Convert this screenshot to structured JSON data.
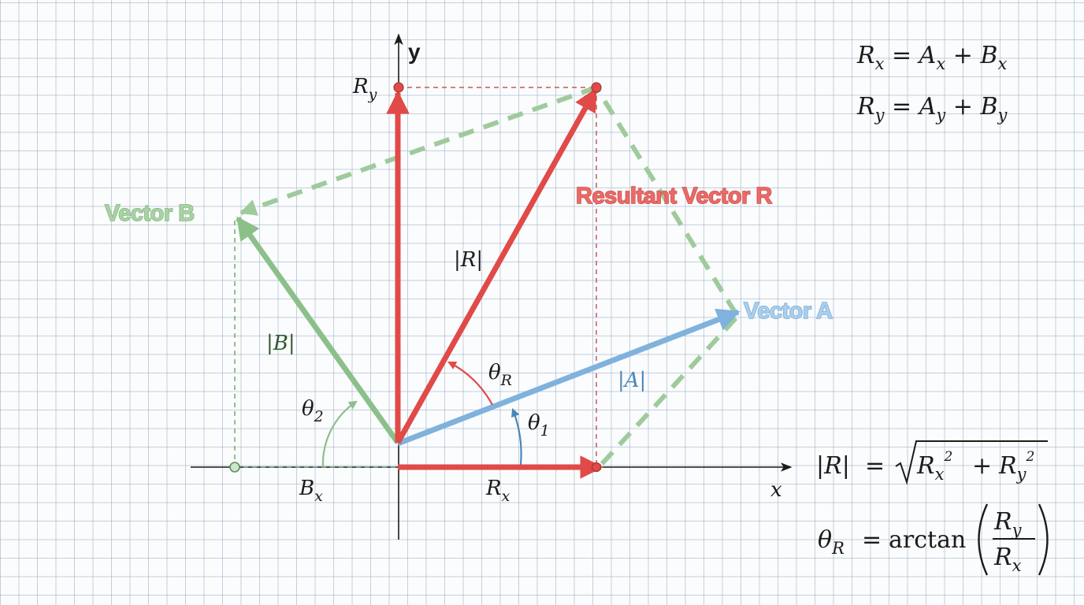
{
  "colors": {
    "resultant": "#e04a48",
    "vector_a": "#7fb2dc",
    "vector_b": "#8cc08a",
    "axis": "#1b1b1b",
    "grid": "#96acc4",
    "label_a": "#4a86b8",
    "label_b": "#5c8f5a"
  },
  "axes": {
    "x": {
      "letter": "x"
    },
    "y": {
      "letter": "y"
    }
  },
  "vectors": {
    "a": {
      "title": "Vector A",
      "magnitude": {
        "bar_left": "|",
        "letter": "A",
        "bar_right": "|"
      }
    },
    "b": {
      "title": "Vector B",
      "magnitude": {
        "bar_left": "|",
        "letter": "B",
        "bar_right": "|"
      }
    },
    "r": {
      "title": "Resultant Vector R",
      "magnitude": {
        "bar_left": "|",
        "letter": "R",
        "bar_right": "|"
      }
    }
  },
  "components": {
    "rx": {
      "letter": "R",
      "sub": "x"
    },
    "ry": {
      "letter": "R",
      "sub": "y"
    },
    "bx": {
      "letter": "B",
      "sub": "x"
    }
  },
  "angles": {
    "theta1": {
      "symbol": "θ",
      "sub": "1"
    },
    "theta2": {
      "symbol": "θ",
      "sub": "2"
    },
    "thetaR": {
      "symbol": "θ",
      "sub": "R"
    }
  },
  "formulas": {
    "rx_eq": {
      "lhs": "R",
      "lhs_sub": "x",
      "eq": " = ",
      "t1": "A",
      "t1_sub": "x",
      "plus": " + ",
      "t2": "B",
      "t2_sub": "x"
    },
    "ry_eq": {
      "lhs": "R",
      "lhs_sub": "y",
      "eq": " = ",
      "t1": "A",
      "t1_sub": "y",
      "plus": " + ",
      "t2": "B",
      "t2_sub": "y"
    },
    "magnitude": {
      "lhs": "|R|",
      "eq": "=",
      "a": "R",
      "a_sub": "x",
      "a_exp": "2",
      "plus": "+",
      "b": "R",
      "b_sub": "y",
      "b_exp": "2"
    },
    "angle": {
      "lhs": "θ",
      "lhs_sub": "R",
      "eq": "=",
      "func": "arctan",
      "num": "R",
      "num_sub": "y",
      "den": "R",
      "den_sub": "x"
    }
  }
}
